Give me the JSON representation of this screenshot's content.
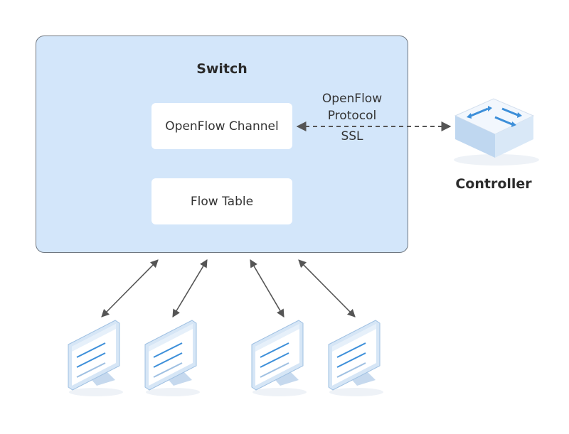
{
  "switch": {
    "title": "Switch",
    "openflow_channel_label": "OpenFlow Channel",
    "flow_table_label": "Flow Table"
  },
  "protocol": {
    "line1": "OpenFlow",
    "line2": "Protocol",
    "line3": "SSL"
  },
  "controller": {
    "label": "Controller",
    "icon": "network-switch-icon"
  },
  "hosts": [
    {
      "icon": "monitor-icon"
    },
    {
      "icon": "monitor-icon"
    },
    {
      "icon": "monitor-icon"
    },
    {
      "icon": "monitor-icon"
    }
  ],
  "colors": {
    "switch_fill": "#d3e6fa",
    "arrow": "#555555",
    "device_blue": "#3d8fd9"
  }
}
